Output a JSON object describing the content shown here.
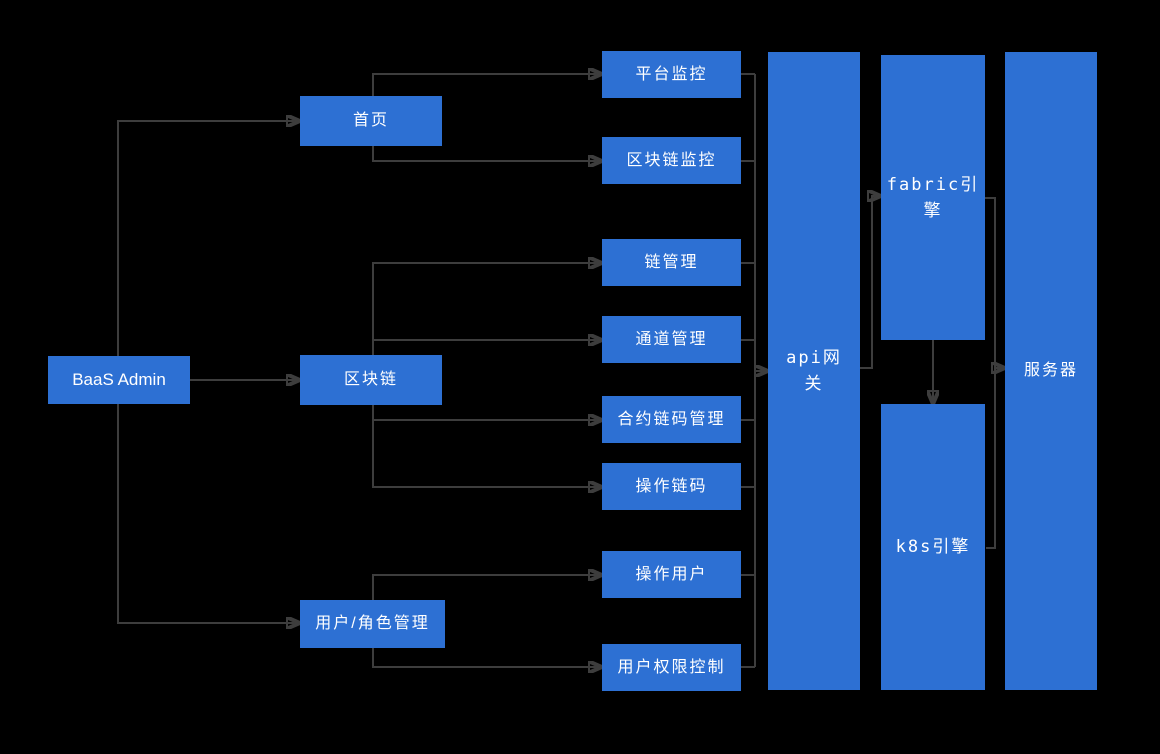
{
  "colors": {
    "background": "#000000",
    "node_fill": "#2d70d3",
    "node_text": "#ffffff",
    "connector": "#3d3d3d"
  },
  "nodes": {
    "baas": {
      "label": "BaaS Admin"
    },
    "home": {
      "label": "首页"
    },
    "blockchain": {
      "label": "区块链"
    },
    "user_role": {
      "label": "用户/角色管理"
    },
    "platform_monitor": {
      "label": "平台监控"
    },
    "blockchain_monitor": {
      "label": "区块链监控"
    },
    "chain_mgmt": {
      "label": "链管理"
    },
    "channel_mgmt": {
      "label": "通道管理"
    },
    "contract_chaincode_mgmt": {
      "label": "合约链码管理"
    },
    "operate_chaincode": {
      "label": "操作链码"
    },
    "operate_user": {
      "label": "操作用户"
    },
    "user_permission": {
      "label": "用户权限控制"
    },
    "api_gateway": {
      "label": "api网\n关"
    },
    "fabric_engine": {
      "label": "fabric引\n擎"
    },
    "k8s_engine": {
      "label": "k8s引擎"
    },
    "server": {
      "label": "服务器"
    }
  },
  "edges": [
    {
      "from": "baas",
      "to": "home"
    },
    {
      "from": "baas",
      "to": "blockchain"
    },
    {
      "from": "baas",
      "to": "user_role"
    },
    {
      "from": "home",
      "to": "platform_monitor"
    },
    {
      "from": "home",
      "to": "blockchain_monitor"
    },
    {
      "from": "blockchain",
      "to": "chain_mgmt"
    },
    {
      "from": "blockchain",
      "to": "channel_mgmt"
    },
    {
      "from": "blockchain",
      "to": "contract_chaincode_mgmt"
    },
    {
      "from": "blockchain",
      "to": "operate_chaincode"
    },
    {
      "from": "user_role",
      "to": "operate_user"
    },
    {
      "from": "user_role",
      "to": "user_permission"
    },
    {
      "from": "platform_monitor",
      "to": "api_gateway"
    },
    {
      "from": "blockchain_monitor",
      "to": "api_gateway"
    },
    {
      "from": "chain_mgmt",
      "to": "api_gateway"
    },
    {
      "from": "channel_mgmt",
      "to": "api_gateway"
    },
    {
      "from": "contract_chaincode_mgmt",
      "to": "api_gateway"
    },
    {
      "from": "operate_chaincode",
      "to": "api_gateway"
    },
    {
      "from": "operate_user",
      "to": "api_gateway"
    },
    {
      "from": "user_permission",
      "to": "api_gateway"
    },
    {
      "from": "api_gateway",
      "to": "fabric_engine"
    },
    {
      "from": "fabric_engine",
      "to": "k8s_engine"
    },
    {
      "from": "fabric_engine",
      "to": "server"
    },
    {
      "from": "k8s_engine",
      "to": "server"
    }
  ]
}
